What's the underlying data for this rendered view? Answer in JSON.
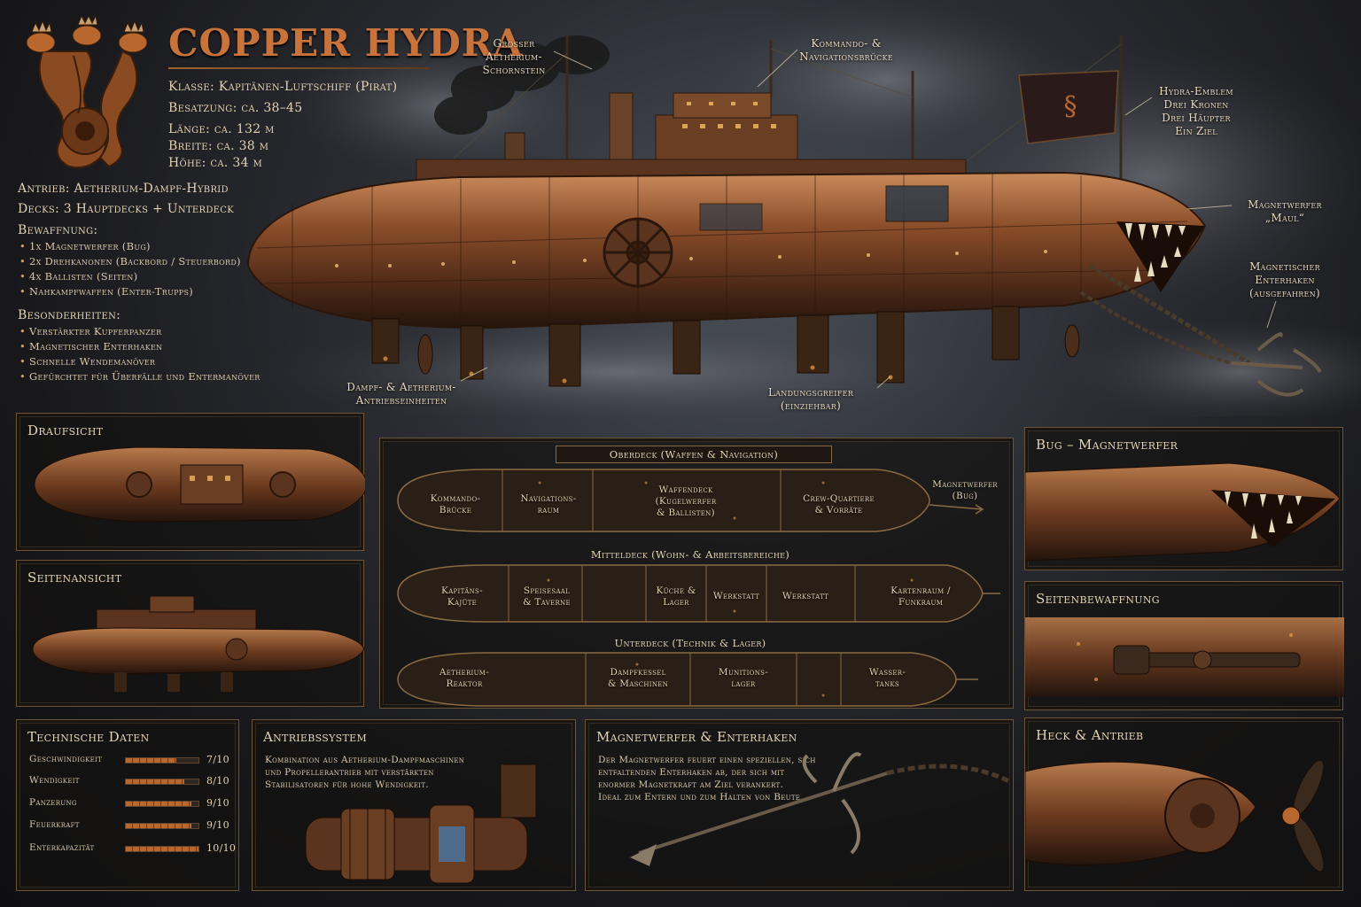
{
  "title": "COPPER HYDRA",
  "specs": {
    "klasse": "Klasse: Kapitänen-Luftschiff (Pirat)",
    "besatzung": "Besatzung: ca. 38–45",
    "laenge": "Länge: ca. 132 m",
    "breite": "Breite: ca. 38 m",
    "hoehe": "Höhe: ca. 34 m",
    "antrieb": "Antrieb: Aetherium-Dampf-Hybrid",
    "decks": "Decks: 3 Hauptdecks + Unterdeck",
    "bewaffnung_title": "Bewaffnung:",
    "bewaffnung": [
      "1x Magnetwerfer (Bug)",
      "2x Drehkanonen (Backbord / Steuerbord)",
      "4x Ballisten (Seiten)",
      "Nahkampfwaffen (Enter-Trupps)"
    ],
    "besonderheiten_title": "Besonderheiten:",
    "besonderheiten": [
      "Verstärkter Kupferpanzer",
      "Magnetischer Enterhaken",
      "Schnelle Wendemanöver",
      "Gefürchtet für Überfälle und Entermanöver"
    ]
  },
  "annotations": {
    "schornstein": [
      "Grosser",
      "Aetherium-",
      "Schornstein"
    ],
    "bruecke": [
      "Kommando- &",
      "Navigationsbrücke"
    ],
    "emblem": [
      "Hydra-Emblem",
      "Drei Kronen",
      "Drei Häupter",
      "Ein Ziel"
    ],
    "maul": [
      "Magnetwerfer",
      "„Maul“"
    ],
    "enterhaken": [
      "Magnetischer",
      "Enterhaken",
      "(ausgefahren)"
    ],
    "antrieb": [
      "Dampf- & Aetherium-",
      "Antriebseinheiten"
    ],
    "greifer": [
      "Landungsgreifer",
      "(einziehbar)"
    ]
  },
  "panels": {
    "draufsicht": "Draufsicht",
    "seitenansicht": "Seitenansicht",
    "bug": "Bug – Magnetwerfer",
    "seitenbewaffnung": "Seitenbewaffnung",
    "heck": "Heck & Antrieb"
  },
  "decks": {
    "oberdeck": "Oberdeck (Waffen & Navigation)",
    "oberdeck_rooms": [
      [
        "Kommando-",
        "Brücke"
      ],
      [
        "Navigations-",
        "raum"
      ],
      [
        "Waffendeck",
        "(Kugelwerfer",
        "& Ballisten)"
      ],
      [
        "Crew-Quartiere",
        "& Vorräte"
      ]
    ],
    "bug_label": [
      "Magnetwerfer",
      "(Bug)"
    ],
    "mitteldeck": "Mitteldeck (Wohn- & Arbeitsbereiche)",
    "mitteldeck_rooms": [
      [
        "Kapitäns-",
        "Kajüte"
      ],
      [
        "Speisesaal",
        "& Taverne"
      ],
      [
        "Küche &",
        "Lager"
      ],
      [
        "Werkstatt"
      ],
      [
        "Werkstatt"
      ],
      [
        "Kartenraum /",
        "Funkraum"
      ]
    ],
    "unterdeck": "Unterdeck (Technik & Lager)",
    "unterdeck_rooms": [
      [
        "Aetherium-",
        "Reaktor"
      ],
      [
        "Dampfkessel",
        "& Maschinen"
      ],
      [
        "Munitions-",
        "lager"
      ],
      [
        "Wasser-",
        "tanks"
      ]
    ]
  },
  "tech": {
    "title": "Technische Daten",
    "stats": [
      {
        "label": "Geschwindigkeit",
        "value": 7,
        "max": 10,
        "display": "7/10"
      },
      {
        "label": "Wendigkeit",
        "value": 8,
        "max": 10,
        "display": "8/10"
      },
      {
        "label": "Panzerung",
        "value": 9,
        "max": 10,
        "display": "9/10"
      },
      {
        "label": "Feuerkraft",
        "value": 9,
        "max": 10,
        "display": "9/10"
      },
      {
        "label": "Enterkapazität",
        "value": 10,
        "max": 10,
        "display": "10/10"
      }
    ]
  },
  "antriebssystem": {
    "title": "Antriebssystem",
    "text": [
      "Kombination aus Aetherium-Dampfmaschinen",
      "und Propellerantrieb mit verstärkten",
      "Stabilisatoren für hohe Wendigkeit."
    ]
  },
  "magnetwerfer": {
    "title": "Magnetwerfer & Enterhaken",
    "text": [
      "Der Magnetwerfer feuert einen speziellen, sich",
      "entfaltenden Enterhaken ab, der sich mit",
      "enormer Magnetkraft am Ziel verankert.",
      "Ideal zum Entern und zum Halten von Beute."
    ]
  },
  "colors": {
    "copper": "#b8672f",
    "brass": "#c8a070",
    "parchment": "#e3d3b3",
    "title": "#c8733c"
  }
}
